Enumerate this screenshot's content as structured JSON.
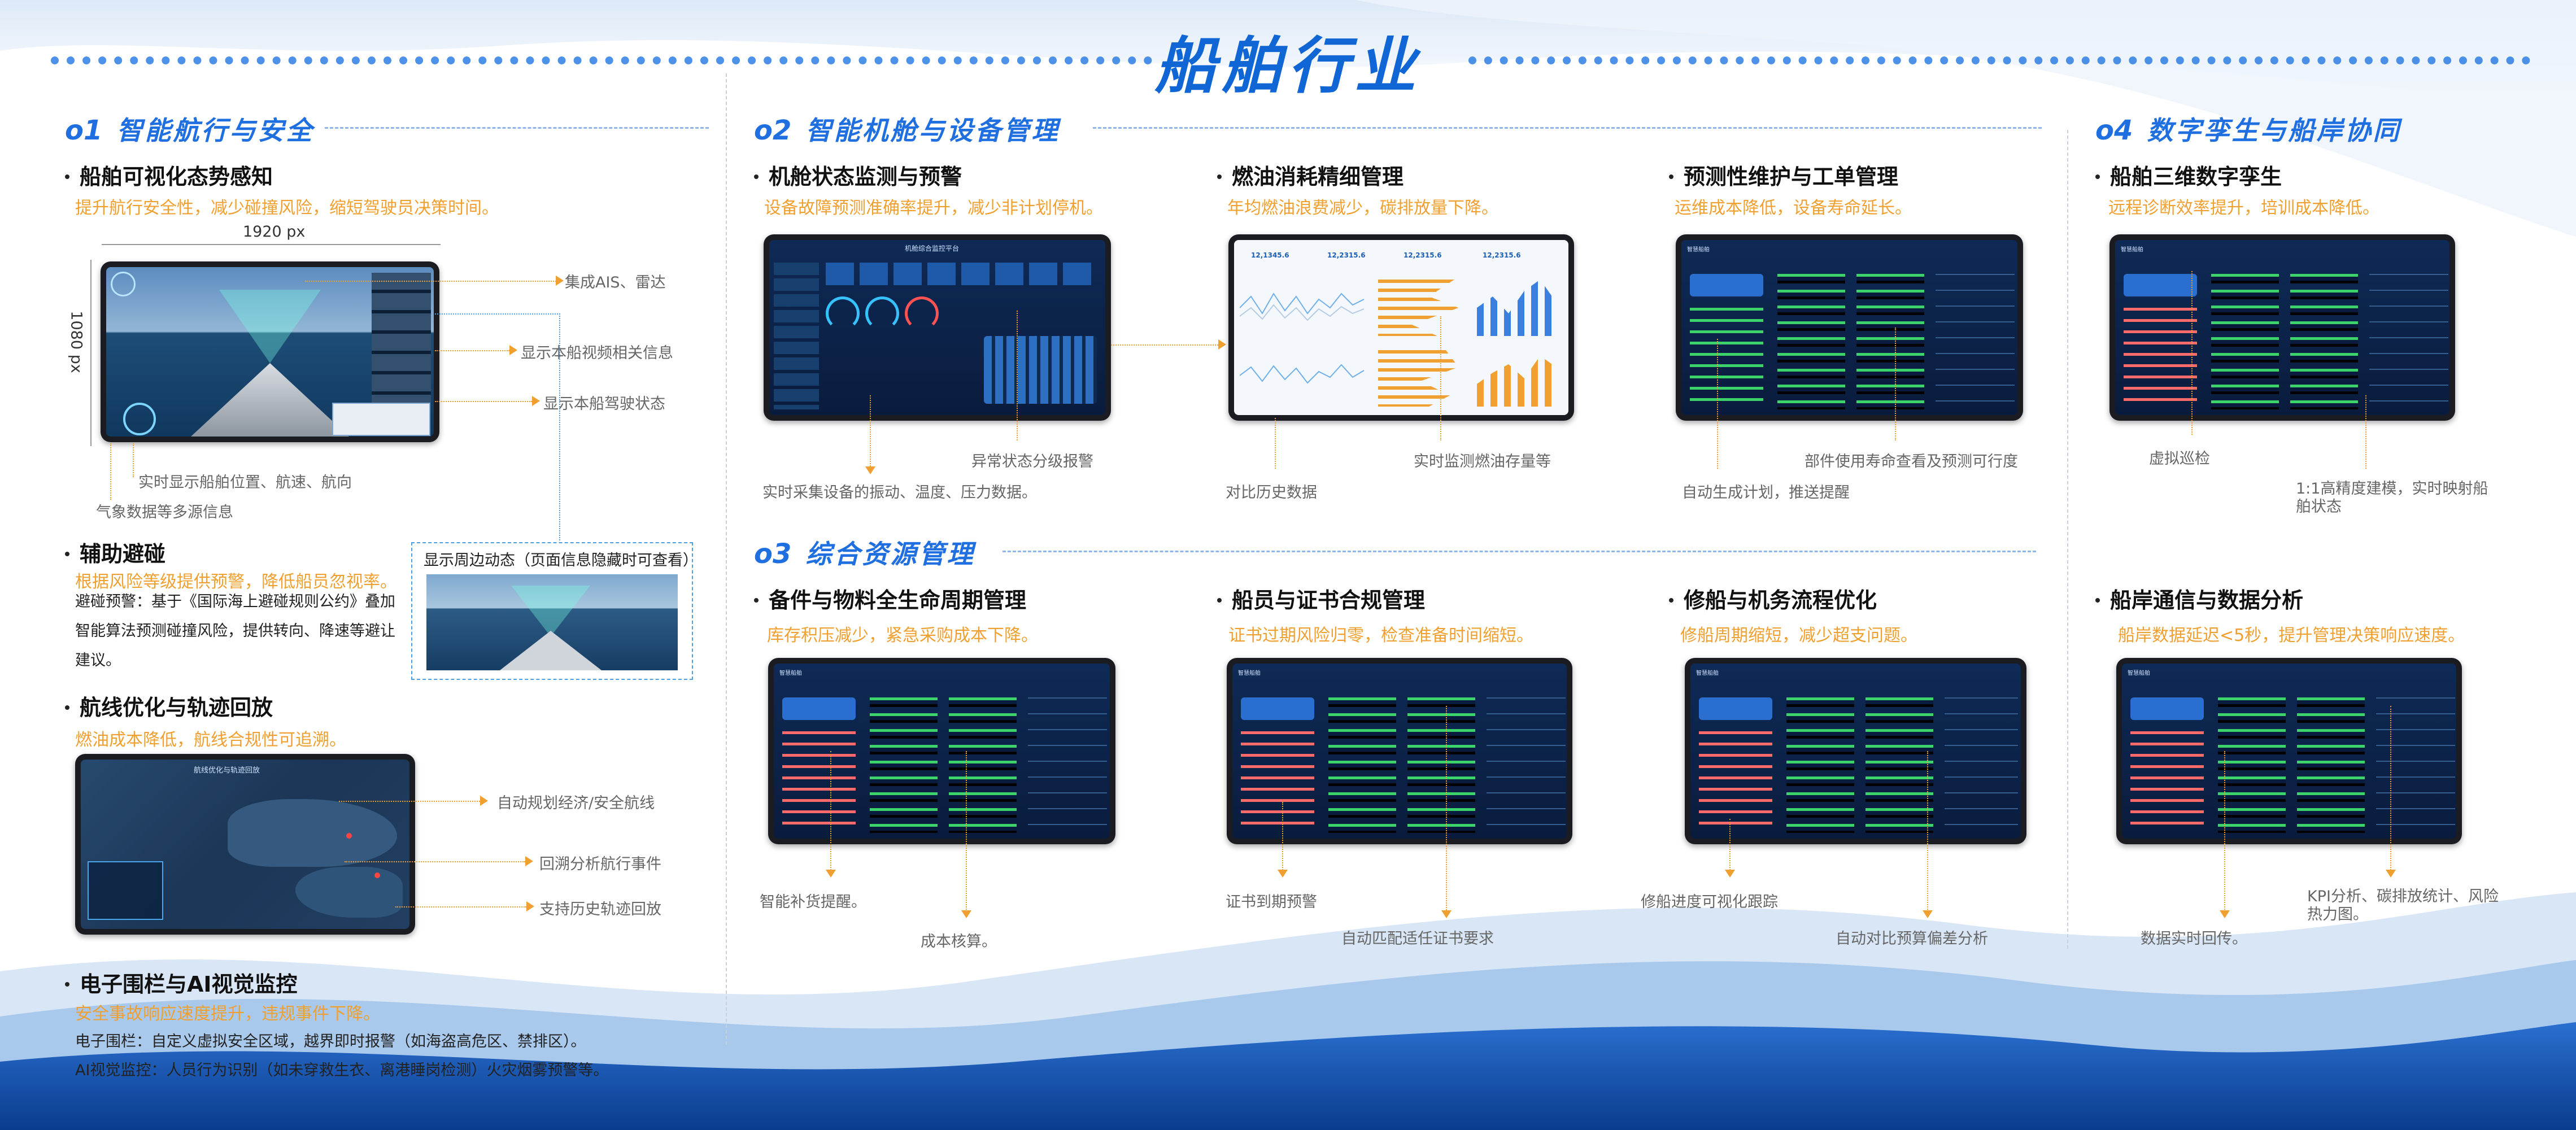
{
  "title": "船舶行业",
  "size_label_w": "1920 px",
  "size_label_h": "1080 px",
  "sections": {
    "s1": {
      "num": "o1",
      "title": "智能航行与安全"
    },
    "s2": {
      "num": "o2",
      "title": "智能机舱与设备管理"
    },
    "s3": {
      "num": "o3",
      "title": "综合资源管理"
    },
    "s4": {
      "num": "o4",
      "title": "数字孪生与船岸协同"
    }
  },
  "col1": {
    "item1": {
      "title": "船舶可视化态势感知",
      "sub": "提升航行安全性，减少碰撞风险，缩短驾驶员决策时间。",
      "notes": [
        "集成AIS、雷达",
        "显示本船视频相关信息",
        "显示本船驾驶状态",
        "实时显示船舶位置、航速、航向",
        "气象数据等多源信息"
      ]
    },
    "item2": {
      "title": "辅助避碰",
      "sub": "根据风险等级提供预警，降低船员忽视率。",
      "body": "避碰预警：基于《国际海上避碰规则公约》叠加智能算法预测碰撞风险，提供转向、降速等避让建议。",
      "inset_caption": "显示周边动态（页面信息隐藏时可查看）"
    },
    "item3": {
      "title": "航线优化与轨迹回放",
      "sub": "燃油成本降低，航线合规性可追溯。",
      "notes": [
        "自动规划经济/安全航线",
        "回溯分析航行事件",
        "支持历史轨迹回放"
      ],
      "map_title": "航线优化与轨迹回放"
    },
    "item4": {
      "title": "电子围栏与AI视觉监控",
      "sub": "安全事故响应速度提升，违规事件下降。",
      "line1": "电子围栏：自定义虚拟安全区域，越界即时报警（如海盗高危区、禁排区）。",
      "line2": "AI视觉监控：人员行为识别（如未穿救生衣、离港睡岗检测）火灾烟雾预警等。"
    }
  },
  "engine": {
    "m1": {
      "title": "机舱状态监测与预警",
      "sub": "设备故障预测准确率提升，减少非计划停机。",
      "notes": [
        "异常状态分级报警",
        "实时采集设备的振动、温度、压力数据。"
      ],
      "screen_title": "机舱综合监控平台"
    },
    "m2": {
      "title": "燃油消耗精细管理",
      "sub": "年均燃油浪费减少，碳排放量下降。",
      "notes": [
        "实时监测燃油存量等",
        "对比历史数据"
      ],
      "kpis": [
        "12,1345.6",
        "12,2315.6",
        "12,2315.6",
        "12,2315.6"
      ]
    },
    "m3": {
      "title": "预测性维护与工单管理",
      "sub": "运维成本降低，设备寿命延长。",
      "notes": [
        "部件使用寿命查看及预测可行度",
        "自动生成计划，推送提醒"
      ]
    }
  },
  "resources": {
    "r1": {
      "title": "备件与物料全生命周期管理",
      "sub": "库存积压减少，紧急采购成本下降。",
      "notes": [
        "智能补货提醒。",
        "成本核算。"
      ]
    },
    "r2": {
      "title": "船员与证书合规管理",
      "sub": "证书过期风险归零，检查准备时间缩短。",
      "notes": [
        "证书到期预警",
        "自动匹配适任证书要求"
      ]
    },
    "r3": {
      "title": "修船与机务流程优化",
      "sub": "修船周期缩短，减少超支问题。",
      "notes": [
        "修船进度可视化跟踪",
        "自动对比预算偏差分析"
      ]
    }
  },
  "twin": {
    "t1": {
      "title": "船舶三维数字孪生",
      "sub": "远程诊断效率提升，培训成本降低。",
      "notes": [
        "虚拟巡检",
        "1:1高精度建模，实时映射船舶状态"
      ]
    },
    "t2": {
      "title": "船岸通信与数据分析",
      "sub": "船岸数据延迟<5秒，提升管理决策响应速度。",
      "notes": [
        "数据实时回传。",
        "KPI分析、碳排放统计、风险热力图。"
      ]
    }
  },
  "app_label": "智慧船舶",
  "colors": {
    "brand": "#1166d6",
    "accent": "#f0a030",
    "screen_dark": "#0e2a56"
  }
}
